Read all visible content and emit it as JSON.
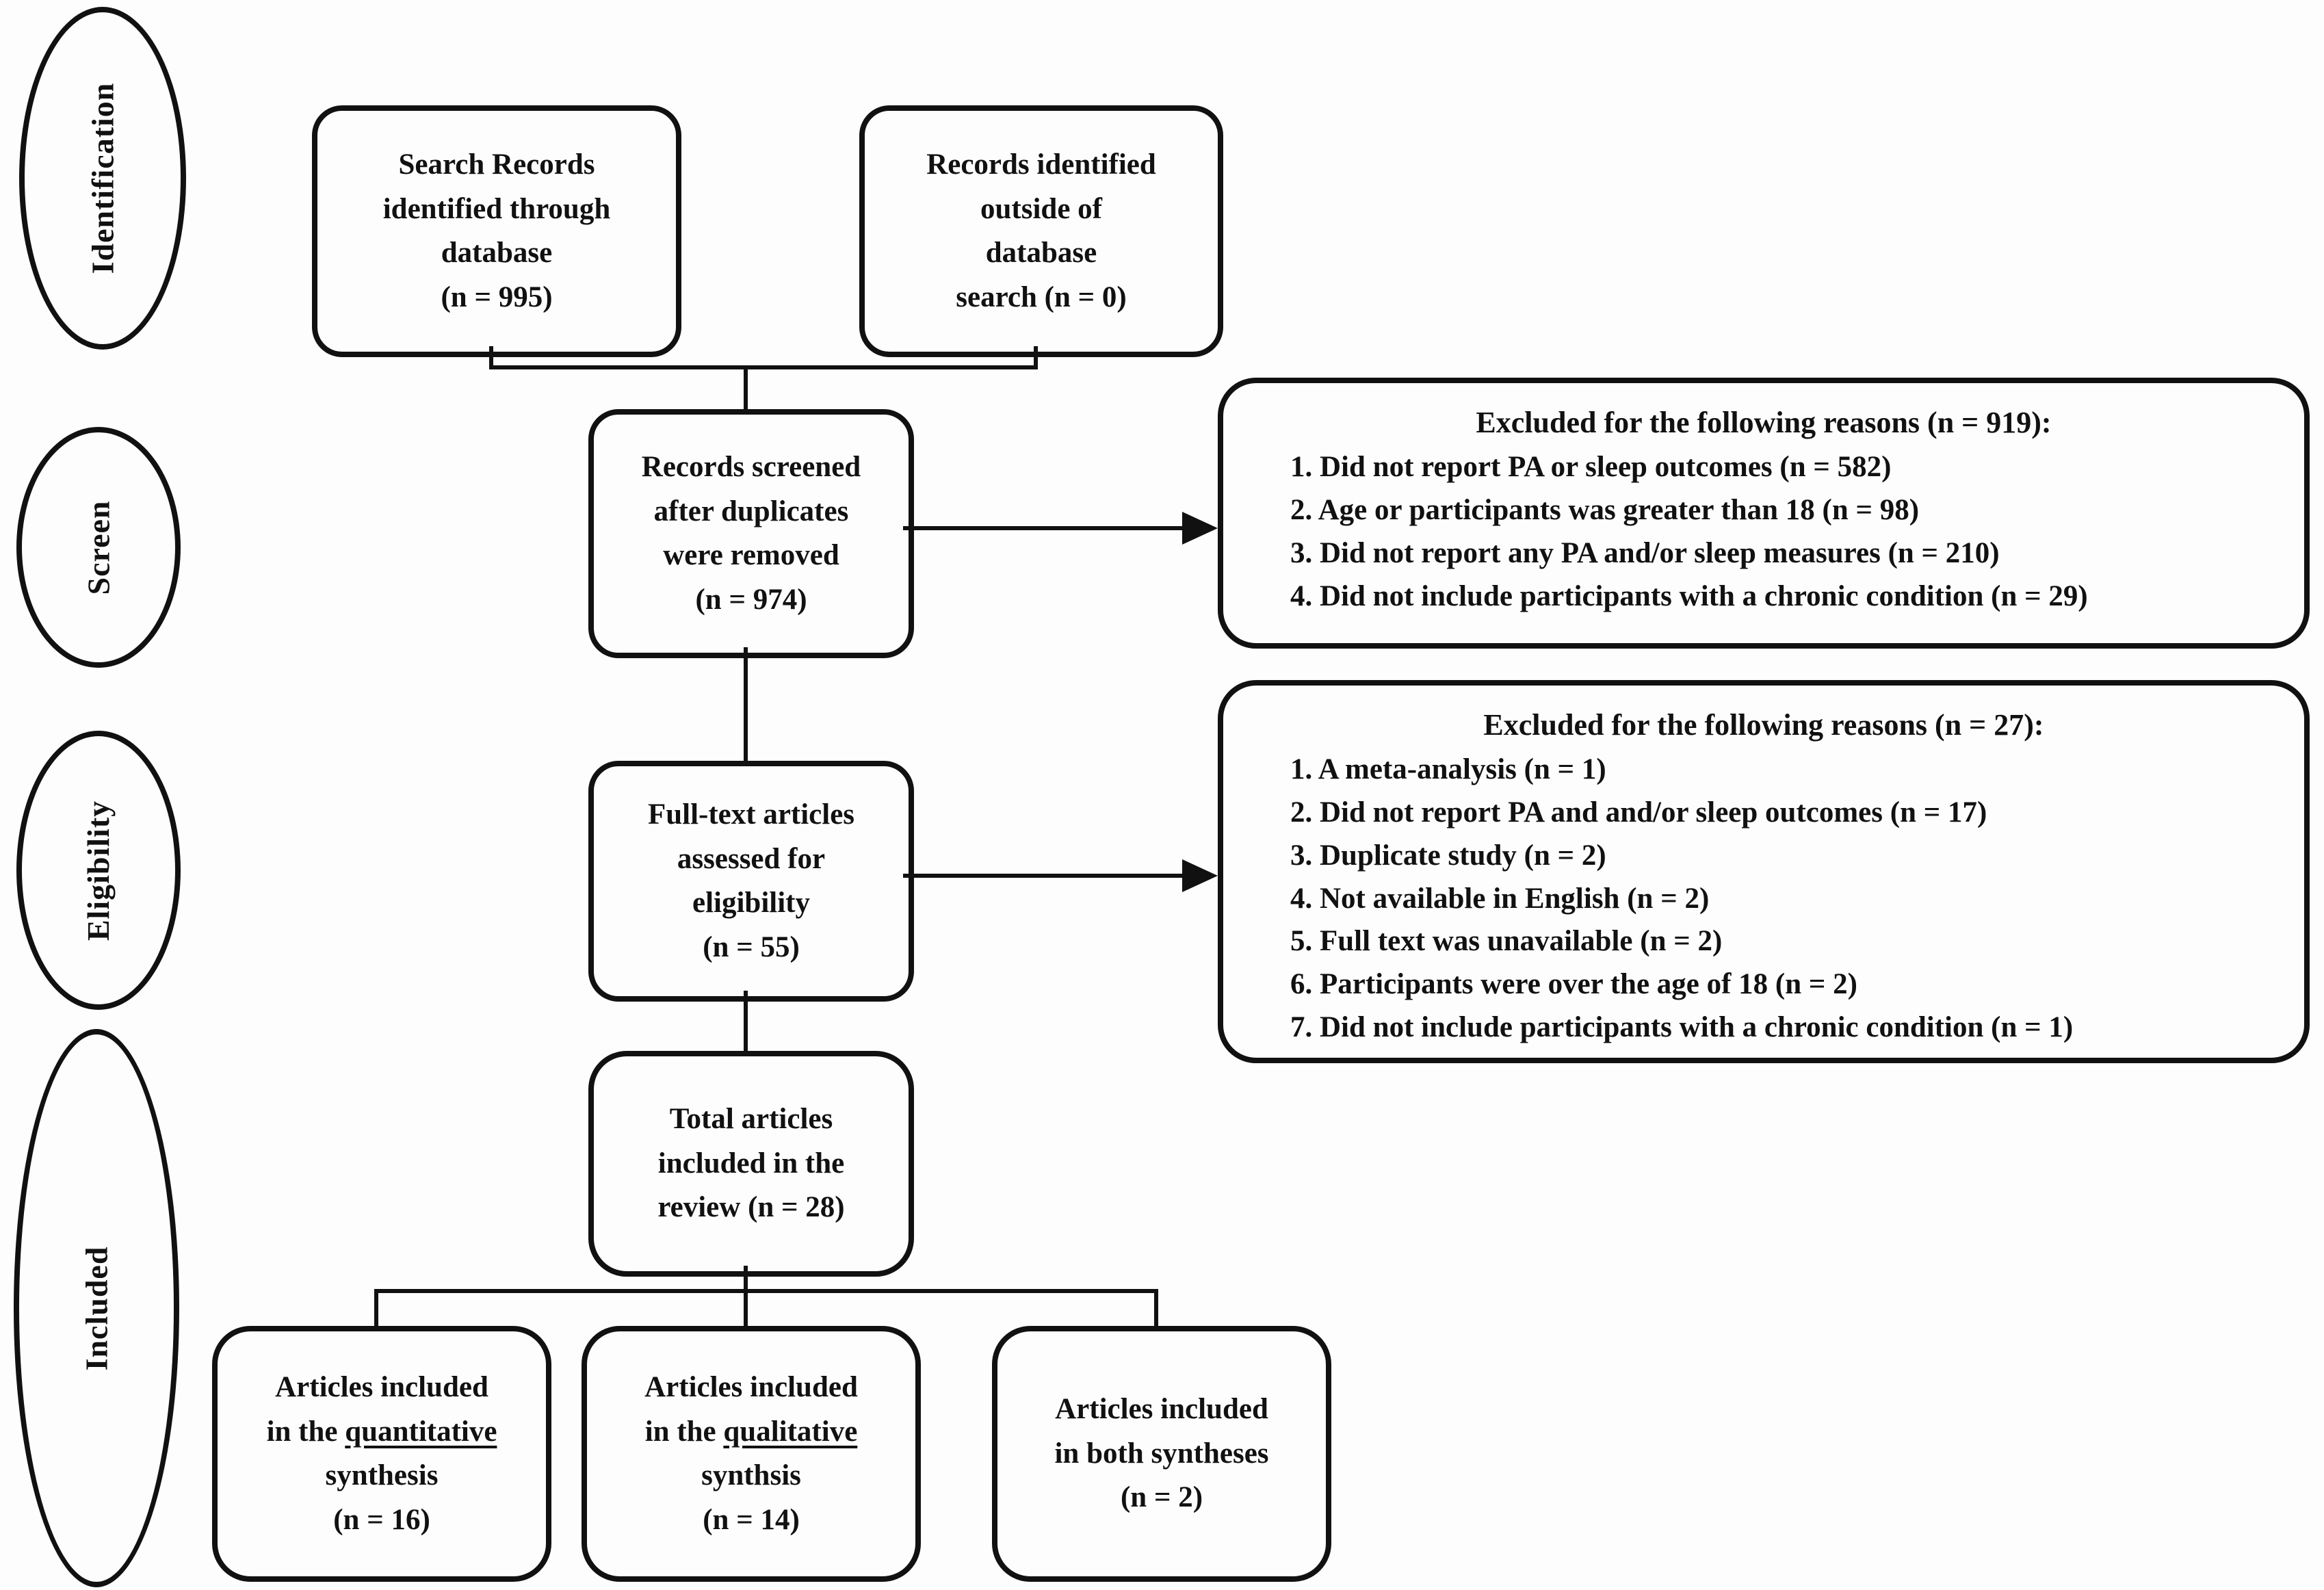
{
  "stages": [
    {
      "label": "Identification"
    },
    {
      "label": "Screen"
    },
    {
      "label": "Eligibility"
    },
    {
      "label": "Included"
    }
  ],
  "boxes": {
    "search_records": {
      "lines": [
        [
          "Search Records"
        ],
        [
          "identified through"
        ],
        [
          "database"
        ],
        [
          "(n = 995)"
        ]
      ]
    },
    "outside_search": {
      "lines": [
        [
          "Records identified"
        ],
        [
          "outside of"
        ],
        [
          "database"
        ],
        [
          "search (n = 0)"
        ]
      ]
    },
    "screened": {
      "lines": [
        [
          "Records screened"
        ],
        [
          "after duplicates"
        ],
        [
          "were removed"
        ],
        [
          "(n = 974)"
        ]
      ]
    },
    "full_text": {
      "lines": [
        [
          "Full-text articles"
        ],
        [
          "assessed for"
        ],
        [
          "eligibility"
        ],
        [
          "(n = 55)"
        ]
      ]
    },
    "total_included": {
      "lines": [
        [
          "Total articles"
        ],
        [
          "included in the"
        ],
        [
          "review (n = 28)"
        ]
      ]
    },
    "quantitative": {
      "lines": [
        [
          "Articles included"
        ],
        [
          "in the ",
          {
            "t": "quantitative",
            "u": true
          }
        ],
        [
          "synthesis"
        ],
        [
          "(n = 16)"
        ]
      ]
    },
    "qualitative": {
      "lines": [
        [
          "Articles included"
        ],
        [
          "in the ",
          {
            "t": "qualitative",
            "u": true
          }
        ],
        [
          "synthsis"
        ],
        [
          "(n = 14)"
        ]
      ]
    },
    "both_syntheses": {
      "lines": [
        [
          "Articles included"
        ],
        [
          "in both syntheses"
        ],
        [
          "(n = 2)"
        ]
      ]
    }
  },
  "exclusions": {
    "screening": {
      "title": "Excluded for the following reasons (n = 919):",
      "items": [
        "1. Did not report PA or sleep outcomes (n = 582)",
        "2. Age or participants was greater than 18 (n = 98)",
        "3. Did not report any PA and/or sleep measures (n = 210)",
        "4. Did not include participants with a chronic condition (n = 29)"
      ]
    },
    "eligibility": {
      "title": "Excluded for the following reasons (n = 27):",
      "items": [
        "1. A meta-analysis (n = 1)",
        "2. Did not report PA and and/or sleep outcomes (n = 17)",
        "3. Duplicate study (n = 2)",
        "4. Not available in English (n = 2)",
        "5. Full text was unavailable (n = 2)",
        "6. Participants were over the age of 18 (n = 2)",
        "7. Did not include participants with a chronic condition (n = 1)"
      ]
    }
  },
  "colors": {
    "ink": "#111111",
    "background": "#fdfdfd"
  }
}
